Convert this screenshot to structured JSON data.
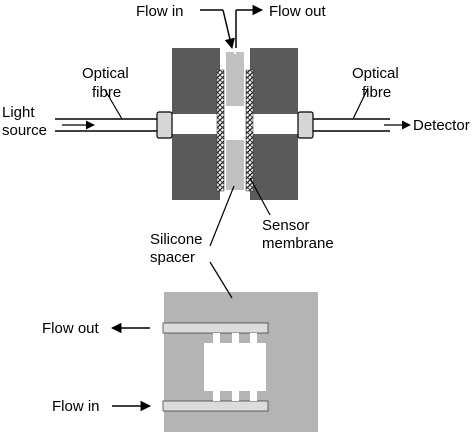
{
  "labels": {
    "flow_in_top": "Flow in",
    "flow_out_top": "Flow out",
    "optical_fibre_left": [
      "Optical",
      "fibre"
    ],
    "optical_fibre_right": [
      "Optical",
      "fibre"
    ],
    "light_source": [
      "Light",
      "source"
    ],
    "detector": "Detector",
    "silicone_spacer": [
      "Silicone",
      "spacer"
    ],
    "sensor_membrane": [
      "Sensor",
      "membrane"
    ],
    "flow_out_bottom": "Flow out",
    "flow_in_bottom": "Flow in"
  },
  "colors": {
    "block": "#5a5a5a",
    "spacer": "#c0c0c0",
    "membrane_hatch": "#2a2a2a",
    "ferrule": "#d6d6d6",
    "plate": "#b4b4b4",
    "tube": "#dcdcdc",
    "line": "#000000",
    "background": "#ffffff"
  }
}
